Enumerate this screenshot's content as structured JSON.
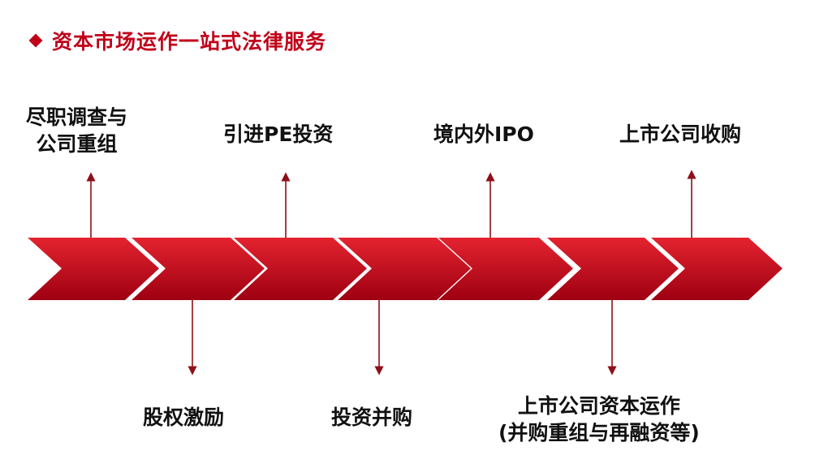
{
  "header": {
    "title": "资本市场运作一站式法律服务"
  },
  "diagram": {
    "colors": {
      "chevron_light": "#e4232f",
      "chevron_dark": "#9e0012",
      "arrow": "#8f0f18"
    },
    "top_labels": [
      {
        "lines": [
          "尽职调查与",
          "公司重组"
        ]
      },
      {
        "lines": [
          "引进PE投资"
        ]
      },
      {
        "lines": [
          "境内外IPO"
        ]
      },
      {
        "lines": [
          "上市公司收购"
        ]
      }
    ],
    "bottom_labels": [
      {
        "lines": [
          "股权激励"
        ]
      },
      {
        "lines": [
          "投资并购"
        ]
      },
      {
        "lines": [
          "上市公司资本运作",
          "(并购重组与再融资等)"
        ]
      }
    ]
  }
}
